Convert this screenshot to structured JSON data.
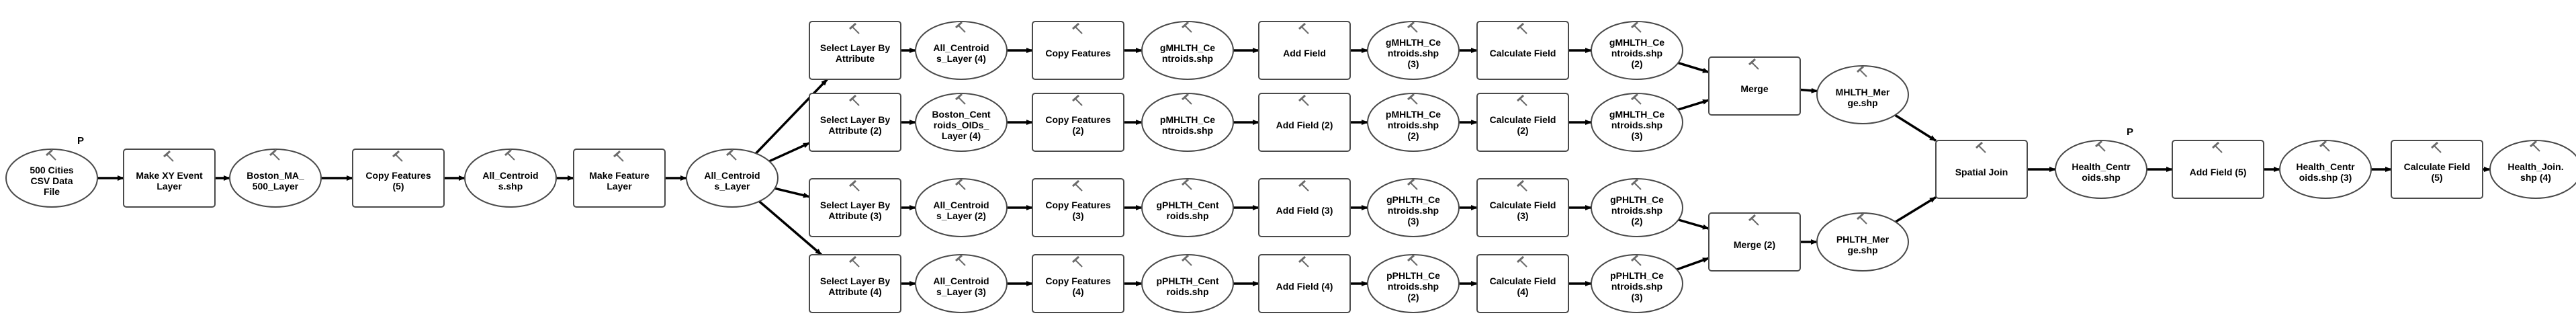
{
  "diagram": {
    "nodes": [
      {
        "id": "n_csv",
        "shape": "ellipse",
        "lines": [
          "500 Cities",
          "CSV Data",
          "File"
        ],
        "param_marker": "P"
      },
      {
        "id": "n_mkxy",
        "shape": "rect",
        "lines": [
          "Make XY Event",
          "Layer"
        ]
      },
      {
        "id": "n_boston",
        "shape": "ellipse",
        "lines": [
          "Boston_MA_",
          "500_Layer"
        ]
      },
      {
        "id": "n_cf5",
        "shape": "rect",
        "lines": [
          "Copy Features",
          "(5)"
        ]
      },
      {
        "id": "n_allc",
        "shape": "ellipse",
        "lines": [
          "All_Centroid",
          "s.shp"
        ]
      },
      {
        "id": "n_mkfl",
        "shape": "rect",
        "lines": [
          "Make Feature",
          "Layer"
        ]
      },
      {
        "id": "n_allcl",
        "shape": "ellipse",
        "lines": [
          "All_Centroid",
          "s_Layer"
        ]
      },
      {
        "id": "n_sl1",
        "shape": "rect",
        "lines": [
          "Select Layer By",
          "Attribute"
        ]
      },
      {
        "id": "n_ac4",
        "shape": "ellipse",
        "lines": [
          "All_Centroid",
          "s_Layer (4)"
        ]
      },
      {
        "id": "n_cf1",
        "shape": "rect",
        "lines": [
          "Copy Features"
        ]
      },
      {
        "id": "n_gm1",
        "shape": "ellipse",
        "lines": [
          "gMHLTH_Ce",
          "ntroids.shp"
        ]
      },
      {
        "id": "n_af1",
        "shape": "rect",
        "lines": [
          "Add Field"
        ]
      },
      {
        "id": "n_gm3",
        "shape": "ellipse",
        "lines": [
          "gMHLTH_Ce",
          "ntroids.shp",
          "(3)"
        ]
      },
      {
        "id": "n_cc1",
        "shape": "rect",
        "lines": [
          "Calculate Field"
        ]
      },
      {
        "id": "n_gm2",
        "shape": "ellipse",
        "lines": [
          "gMHLTH_Ce",
          "ntroids.shp",
          "(2)"
        ]
      },
      {
        "id": "n_sl2",
        "shape": "rect",
        "lines": [
          "Select Layer By",
          "Attribute (2)"
        ]
      },
      {
        "id": "n_bco",
        "shape": "ellipse",
        "lines": [
          "Boston_Cent",
          "roids_OIDs_",
          "Layer (4)"
        ]
      },
      {
        "id": "n_cf2",
        "shape": "rect",
        "lines": [
          "Copy Features",
          "(2)"
        ]
      },
      {
        "id": "n_pm1",
        "shape": "ellipse",
        "lines": [
          "pMHLTH_Ce",
          "ntroids.shp"
        ]
      },
      {
        "id": "n_af2",
        "shape": "rect",
        "lines": [
          "Add Field (2)"
        ]
      },
      {
        "id": "n_pm2",
        "shape": "ellipse",
        "lines": [
          "pMHLTH_Ce",
          "ntroids.shp",
          "(2)"
        ]
      },
      {
        "id": "n_cc2",
        "shape": "rect",
        "lines": [
          "Calculate Field",
          "(2)"
        ]
      },
      {
        "id": "n_mh3",
        "shape": "ellipse",
        "lines": [
          "gMHLTH_Ce",
          "ntroids.shp",
          "(3)"
        ]
      },
      {
        "id": "n_sl3",
        "shape": "rect",
        "lines": [
          "Select Layer By",
          "Attribute (3)"
        ]
      },
      {
        "id": "n_ac2",
        "shape": "ellipse",
        "lines": [
          "All_Centroid",
          "s_Layer (2)"
        ]
      },
      {
        "id": "n_cf3",
        "shape": "rect",
        "lines": [
          "Copy Features",
          "(3)"
        ]
      },
      {
        "id": "n_gp1",
        "shape": "ellipse",
        "lines": [
          "gPHLTH_Cent",
          "roids.shp"
        ]
      },
      {
        "id": "n_af3",
        "shape": "rect",
        "lines": [
          "Add Field (3)"
        ]
      },
      {
        "id": "n_gp3",
        "shape": "ellipse",
        "lines": [
          "gPHLTH_Ce",
          "ntroids.shp",
          "(3)"
        ]
      },
      {
        "id": "n_cc3",
        "shape": "rect",
        "lines": [
          "Calculate Field",
          "(3)"
        ]
      },
      {
        "id": "n_gp2",
        "shape": "ellipse",
        "lines": [
          "gPHLTH_Ce",
          "ntroids.shp",
          "(2)"
        ]
      },
      {
        "id": "n_sl4",
        "shape": "rect",
        "lines": [
          "Select Layer By",
          "Attribute (4)"
        ]
      },
      {
        "id": "n_ac3",
        "shape": "ellipse",
        "lines": [
          "All_Centroid",
          "s_Layer (3)"
        ]
      },
      {
        "id": "n_cf4",
        "shape": "rect",
        "lines": [
          "Copy Features",
          "(4)"
        ]
      },
      {
        "id": "n_pp1",
        "shape": "ellipse",
        "lines": [
          "pPHLTH_Cent",
          "roids.shp"
        ]
      },
      {
        "id": "n_af4",
        "shape": "rect",
        "lines": [
          "Add Field (4)"
        ]
      },
      {
        "id": "n_pp2",
        "shape": "ellipse",
        "lines": [
          "pPHLTH_Ce",
          "ntroids.shp",
          "(2)"
        ]
      },
      {
        "id": "n_cc4",
        "shape": "rect",
        "lines": [
          "Calculate Field",
          "(4)"
        ]
      },
      {
        "id": "n_pp3",
        "shape": "ellipse",
        "lines": [
          "pPHLTH_Ce",
          "ntroids.shp",
          "(3)"
        ]
      },
      {
        "id": "n_mrg1",
        "shape": "rect",
        "lines": [
          "Merge"
        ]
      },
      {
        "id": "n_mhm",
        "shape": "ellipse",
        "lines": [
          "MHLTH_Mer",
          "ge.shp"
        ]
      },
      {
        "id": "n_mrg2",
        "shape": "rect",
        "lines": [
          "Merge (2)"
        ]
      },
      {
        "id": "n_phm",
        "shape": "ellipse",
        "lines": [
          "PHLTH_Mer",
          "ge.shp"
        ]
      },
      {
        "id": "n_sj",
        "shape": "rect",
        "lines": [
          "Spatial Join"
        ]
      },
      {
        "id": "n_hc",
        "shape": "ellipse",
        "lines": [
          "Health_Centr",
          "oids.shp"
        ],
        "param_marker": "P"
      },
      {
        "id": "n_af5",
        "shape": "rect",
        "lines": [
          "Add Field (5)"
        ]
      },
      {
        "id": "n_hc3",
        "shape": "ellipse",
        "lines": [
          "Health_Centr",
          "oids.shp (3)"
        ]
      },
      {
        "id": "n_cc5",
        "shape": "rect",
        "lines": [
          "Calculate Field",
          "(5)"
        ]
      },
      {
        "id": "n_hj",
        "shape": "ellipse",
        "lines": [
          "Health_Join.",
          "shp (4)"
        ]
      }
    ],
    "edges": [
      [
        "n_csv",
        "n_mkxy"
      ],
      [
        "n_mkxy",
        "n_boston"
      ],
      [
        "n_boston",
        "n_cf5"
      ],
      [
        "n_cf5",
        "n_allc"
      ],
      [
        "n_allc",
        "n_mkfl"
      ],
      [
        "n_mkfl",
        "n_allcl"
      ],
      [
        "n_allcl",
        "n_sl1"
      ],
      [
        "n_allcl",
        "n_sl2"
      ],
      [
        "n_allcl",
        "n_sl3"
      ],
      [
        "n_allcl",
        "n_sl4"
      ],
      [
        "n_sl1",
        "n_ac4"
      ],
      [
        "n_ac4",
        "n_cf1"
      ],
      [
        "n_cf1",
        "n_gm1"
      ],
      [
        "n_gm1",
        "n_af1"
      ],
      [
        "n_af1",
        "n_gm3"
      ],
      [
        "n_gm3",
        "n_cc1"
      ],
      [
        "n_cc1",
        "n_gm2"
      ],
      [
        "n_sl2",
        "n_bco"
      ],
      [
        "n_bco",
        "n_cf2"
      ],
      [
        "n_cf2",
        "n_pm1"
      ],
      [
        "n_pm1",
        "n_af2"
      ],
      [
        "n_af2",
        "n_pm2"
      ],
      [
        "n_pm2",
        "n_cc2"
      ],
      [
        "n_cc2",
        "n_mh3"
      ],
      [
        "n_sl3",
        "n_ac2"
      ],
      [
        "n_ac2",
        "n_cf3"
      ],
      [
        "n_cf3",
        "n_gp1"
      ],
      [
        "n_gp1",
        "n_af3"
      ],
      [
        "n_af3",
        "n_gp3"
      ],
      [
        "n_gp3",
        "n_cc3"
      ],
      [
        "n_cc3",
        "n_gp2"
      ],
      [
        "n_sl4",
        "n_ac3"
      ],
      [
        "n_ac3",
        "n_cf4"
      ],
      [
        "n_cf4",
        "n_pp1"
      ],
      [
        "n_pp1",
        "n_af4"
      ],
      [
        "n_af4",
        "n_pp2"
      ],
      [
        "n_pp2",
        "n_cc4"
      ],
      [
        "n_cc4",
        "n_pp3"
      ],
      [
        "n_gm2",
        "n_mrg1"
      ],
      [
        "n_mh3",
        "n_mrg1"
      ],
      [
        "n_mrg1",
        "n_mhm"
      ],
      [
        "n_gp2",
        "n_mrg2"
      ],
      [
        "n_pp3",
        "n_mrg2"
      ],
      [
        "n_mrg2",
        "n_phm"
      ],
      [
        "n_mhm",
        "n_sj"
      ],
      [
        "n_phm",
        "n_sj"
      ],
      [
        "n_sj",
        "n_hc"
      ],
      [
        "n_hc",
        "n_af5"
      ],
      [
        "n_af5",
        "n_hc3"
      ],
      [
        "n_hc3",
        "n_cc5"
      ],
      [
        "n_cc5",
        "n_hj"
      ]
    ],
    "colors": {
      "stroke": "#4a4a4a",
      "fill": "#ffffff",
      "text": "#000000",
      "tool_icon": "#6a6a6a"
    }
  }
}
